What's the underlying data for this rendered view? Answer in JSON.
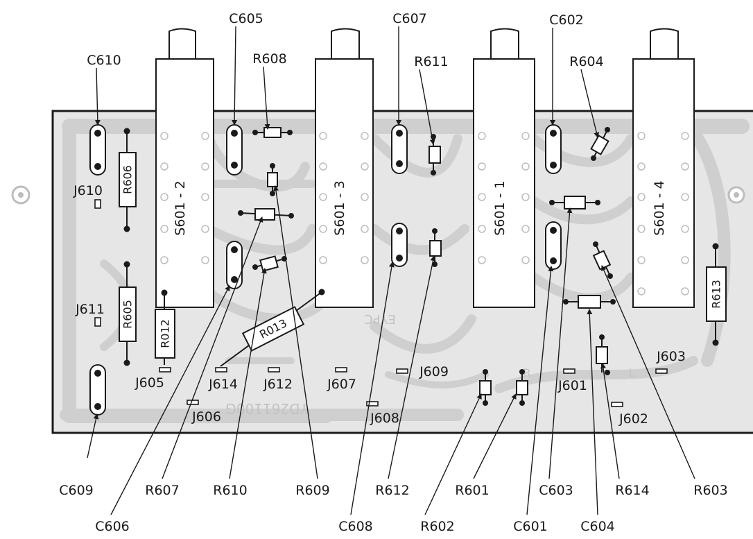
{
  "colors": {
    "paper": "#ffffff",
    "board": "#e6e6e6",
    "trace": "#cfcfcf",
    "ink": "#1a1a1a",
    "switch_body": "#ffffff",
    "silk_text": "#c2c2c2"
  },
  "switches": [
    {
      "id": "S601-2",
      "label": "S601 - 2"
    },
    {
      "id": "S601-3",
      "label": "S601 - 3"
    },
    {
      "id": "S601-1",
      "label": "S601 - 1"
    },
    {
      "id": "S601-4",
      "label": "S601 - 4"
    }
  ],
  "resistor_labels": {
    "R606": "R606",
    "R605": "R605",
    "R012": "R012",
    "R013": "R013",
    "R613": "R613"
  },
  "silkscreen": {
    "eypc": "EYPC",
    "board_code": "YD261100G",
    "l_mark": "L",
    "r_mark": "R"
  },
  "callouts": [
    {
      "id": "C610",
      "text": "C610"
    },
    {
      "id": "C605",
      "text": "C605"
    },
    {
      "id": "R608",
      "text": "R608"
    },
    {
      "id": "C607",
      "text": "C607"
    },
    {
      "id": "R611",
      "text": "R611"
    },
    {
      "id": "C602",
      "text": "C602"
    },
    {
      "id": "R604",
      "text": "R604"
    },
    {
      "id": "J610",
      "text": "J610"
    },
    {
      "id": "J611",
      "text": "J611"
    },
    {
      "id": "J605",
      "text": "J605"
    },
    {
      "id": "J614",
      "text": "J614"
    },
    {
      "id": "J612",
      "text": "J612"
    },
    {
      "id": "J607",
      "text": "J607"
    },
    {
      "id": "J609",
      "text": "J609"
    },
    {
      "id": "J606",
      "text": "J606"
    },
    {
      "id": "J608",
      "text": "J608"
    },
    {
      "id": "J601",
      "text": "J601"
    },
    {
      "id": "J602",
      "text": "J602"
    },
    {
      "id": "J603",
      "text": "J603"
    },
    {
      "id": "C609",
      "text": "C609"
    },
    {
      "id": "R607",
      "text": "R607"
    },
    {
      "id": "R610",
      "text": "R610"
    },
    {
      "id": "R609",
      "text": "R609"
    },
    {
      "id": "R612",
      "text": "R612"
    },
    {
      "id": "R601",
      "text": "R601"
    },
    {
      "id": "C603",
      "text": "C603"
    },
    {
      "id": "R614",
      "text": "R614"
    },
    {
      "id": "R603",
      "text": "R603"
    },
    {
      "id": "C606",
      "text": "C606"
    },
    {
      "id": "C608",
      "text": "C608"
    },
    {
      "id": "R602",
      "text": "R602"
    },
    {
      "id": "C601",
      "text": "C601"
    },
    {
      "id": "C604",
      "text": "C604"
    }
  ]
}
